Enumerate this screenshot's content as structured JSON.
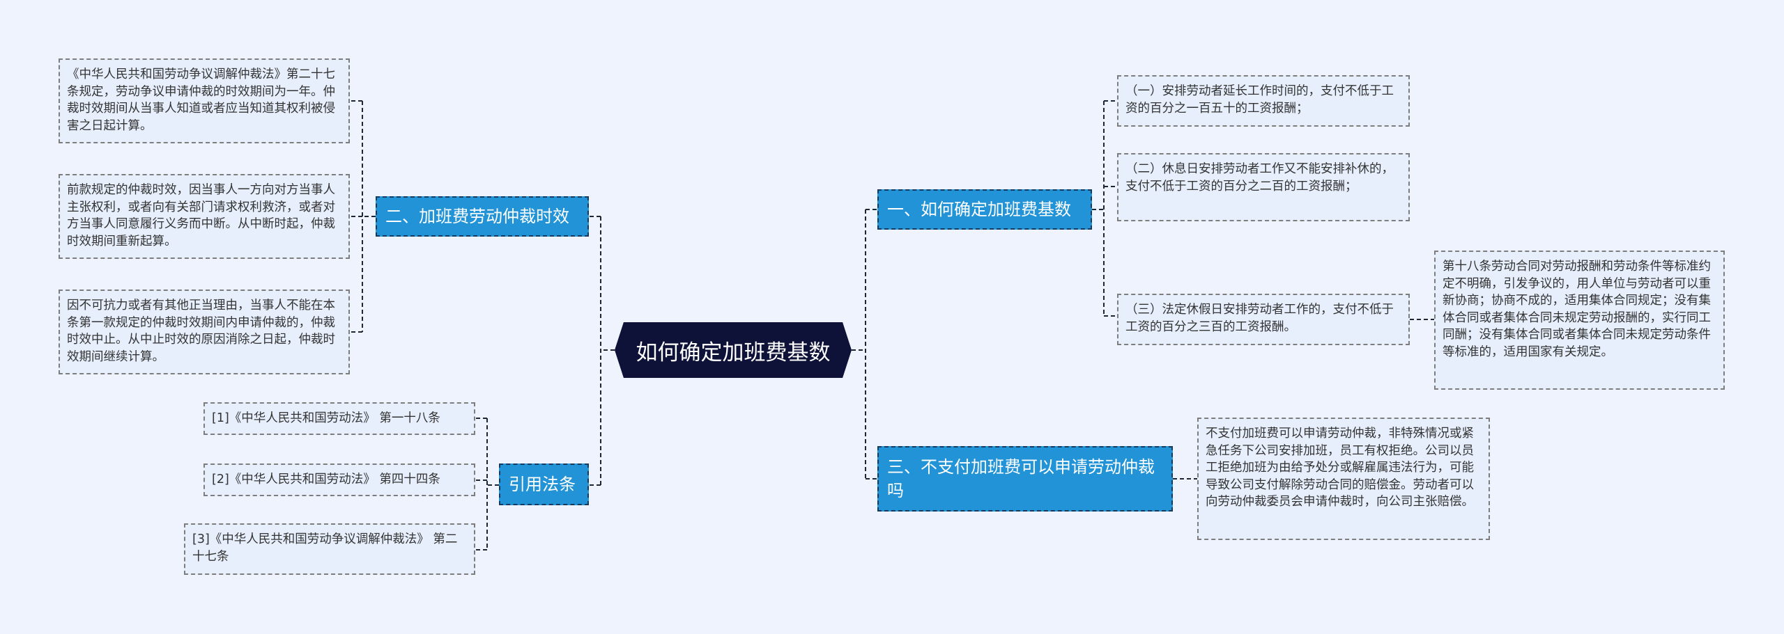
{
  "root": {
    "label": "如何确定加班费基数"
  },
  "branches": {
    "b1": {
      "label": "一、如何确定加班费基数",
      "leaves": [
        "（一）安排劳动者延长工作时间的，支付不低于工资的百分之一百五十的工资报酬；",
        "（二）休息日安排劳动者工作又不能安排补休的，支付不低于工资的百分之二百的工资报酬；",
        "（三）法定休假日安排劳动者工作的，支付不低于工资的百分之三百的工资报酬。"
      ],
      "subleaf": "第十八条劳动合同对劳动报酬和劳动条件等标准约定不明确，引发争议的，用人单位与劳动者可以重新协商；协商不成的，适用集体合同规定；没有集体合同或者集体合同未规定劳动报酬的，实行同工同酬；没有集体合同或者集体合同未规定劳动条件等标准的，适用国家有关规定。"
    },
    "b2": {
      "label": "二、加班费劳动仲裁时效",
      "leaves": [
        "《中华人民共和国劳动争议调解仲裁法》第二十七条规定，劳动争议申请仲裁的时效期间为一年。仲裁时效期间从当事人知道或者应当知道其权利被侵害之日起计算。",
        "前款规定的仲裁时效，因当事人一方向对方当事人主张权利，或者向有关部门请求权利救济，或者对方当事人同意履行义务而中断。从中断时起，仲裁时效期间重新起算。",
        "因不可抗力或者有其他正当理由，当事人不能在本条第一款规定的仲裁时效期间内申请仲裁的，仲裁时效中止。从中止时效的原因消除之日起，仲裁时效期间继续计算。"
      ]
    },
    "b3": {
      "label": "三、不支付加班费可以申请劳动仲裁吗",
      "leaves": [
        "不支付加班费可以申请劳动仲裁，非特殊情况或紧急任务下公司安排加班，员工有权拒绝。公司以员工拒绝加班为由给予处分或解雇属违法行为，可能导致公司支付解除劳动合同的赔偿金。劳动者可以向劳动仲裁委员会申请仲裁时，向公司主张赔偿。"
      ]
    },
    "b4": {
      "label": "引用法条",
      "leaves": [
        "[1]《中华人民共和国劳动法》 第一十八条",
        "[2]《中华人民共和国劳动法》 第四十四条",
        "[3]《中华人民共和国劳动争议调解仲裁法》 第二十七条"
      ]
    }
  },
  "colors": {
    "background": "#eef3fd",
    "root_fill": "#0e1138",
    "branch_fill": "#2193d6",
    "branch_border": "#153a5c",
    "leaf_fill": "#e7effd",
    "leaf_border": "#7d7d7d",
    "connector": "#1f2633"
  }
}
